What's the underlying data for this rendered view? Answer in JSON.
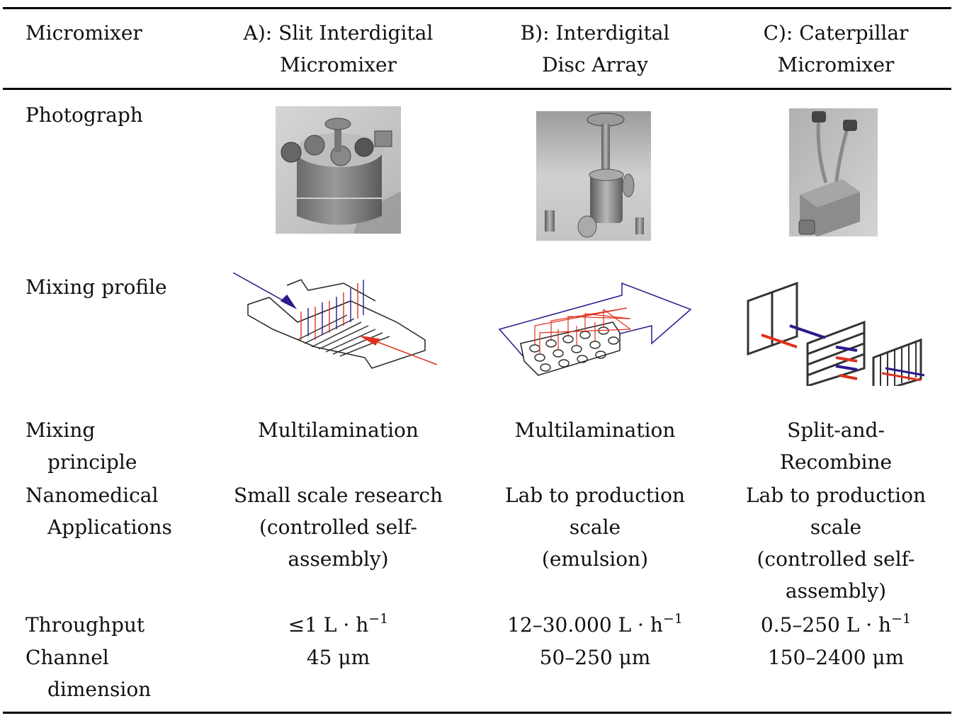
{
  "table": {
    "header": {
      "row_label": "Micromixer",
      "columns": [
        {
          "line1": "A): Slit Interdigital",
          "line2": "Micromixer"
        },
        {
          "line1": "B): Interdigital",
          "line2": "Disc Array"
        },
        {
          "line1": "C): Caterpillar",
          "line2": "Micromixer"
        }
      ]
    },
    "rows": {
      "photograph": {
        "label": "Photograph",
        "images": [
          {
            "icon": "slit-interdigital-micromixer-photo"
          },
          {
            "icon": "interdigital-disc-array-photo"
          },
          {
            "icon": "caterpillar-micromixer-photo"
          }
        ]
      },
      "mixing_profile": {
        "label": "Mixing profile",
        "images": [
          {
            "icon": "slit-interdigital-mixing-diagram"
          },
          {
            "icon": "disc-array-mixing-diagram"
          },
          {
            "icon": "split-recombine-mixing-diagram"
          }
        ]
      },
      "mixing_principle": {
        "label_line1": "Mixing",
        "label_line2": "principle",
        "values": [
          {
            "line1": "Multilamination"
          },
          {
            "line1": "Multilamination"
          },
          {
            "line1": "Split-and-",
            "line2": "Recombine"
          }
        ]
      },
      "applications": {
        "label_line1": "Nanomedical",
        "label_line2": "Applications",
        "values": [
          {
            "line1": "Small scale research",
            "line2": "(controlled self-",
            "line3": "assembly)"
          },
          {
            "line1": "Lab to production",
            "line2": "scale",
            "line3": "(emulsion)"
          },
          {
            "line1": "Lab to production",
            "line2": "scale",
            "line3": "(controlled self-",
            "line4": "assembly)"
          }
        ]
      },
      "throughput": {
        "label": "Throughput",
        "values": [
          {
            "main": "≤1 L · h",
            "exp": "−1"
          },
          {
            "main": "12–30.000 L · h",
            "exp": "−1"
          },
          {
            "main": "0.5–250 L · h",
            "exp": "−1"
          }
        ]
      },
      "channel_dimension": {
        "label_line1": "Channel",
        "label_line2": "dimension",
        "values": [
          "45 μm",
          "50–250 μm",
          "150–2400 μm"
        ]
      }
    },
    "colors": {
      "rule": "#000000",
      "text": "#111111",
      "flow_blue": "#2a1a8c",
      "flow_red": "#e0301e",
      "photo_gray": "#a9a9a9"
    }
  }
}
